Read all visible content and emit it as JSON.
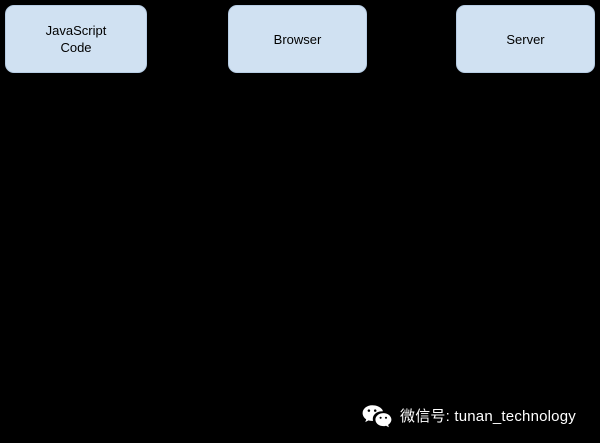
{
  "diagram": {
    "background_color": "#000000",
    "node_fill_color": "#d0e1f2",
    "node_border_color": "#b7cde4",
    "nodes": [
      {
        "id": "js-code",
        "label": "JavaScript\nCode"
      },
      {
        "id": "browser",
        "label": "Browser"
      },
      {
        "id": "server",
        "label": "Server"
      }
    ]
  },
  "watermark": {
    "icon": "wechat-icon",
    "text": "微信号: tunan_technology",
    "text_color": "#ffffff"
  }
}
